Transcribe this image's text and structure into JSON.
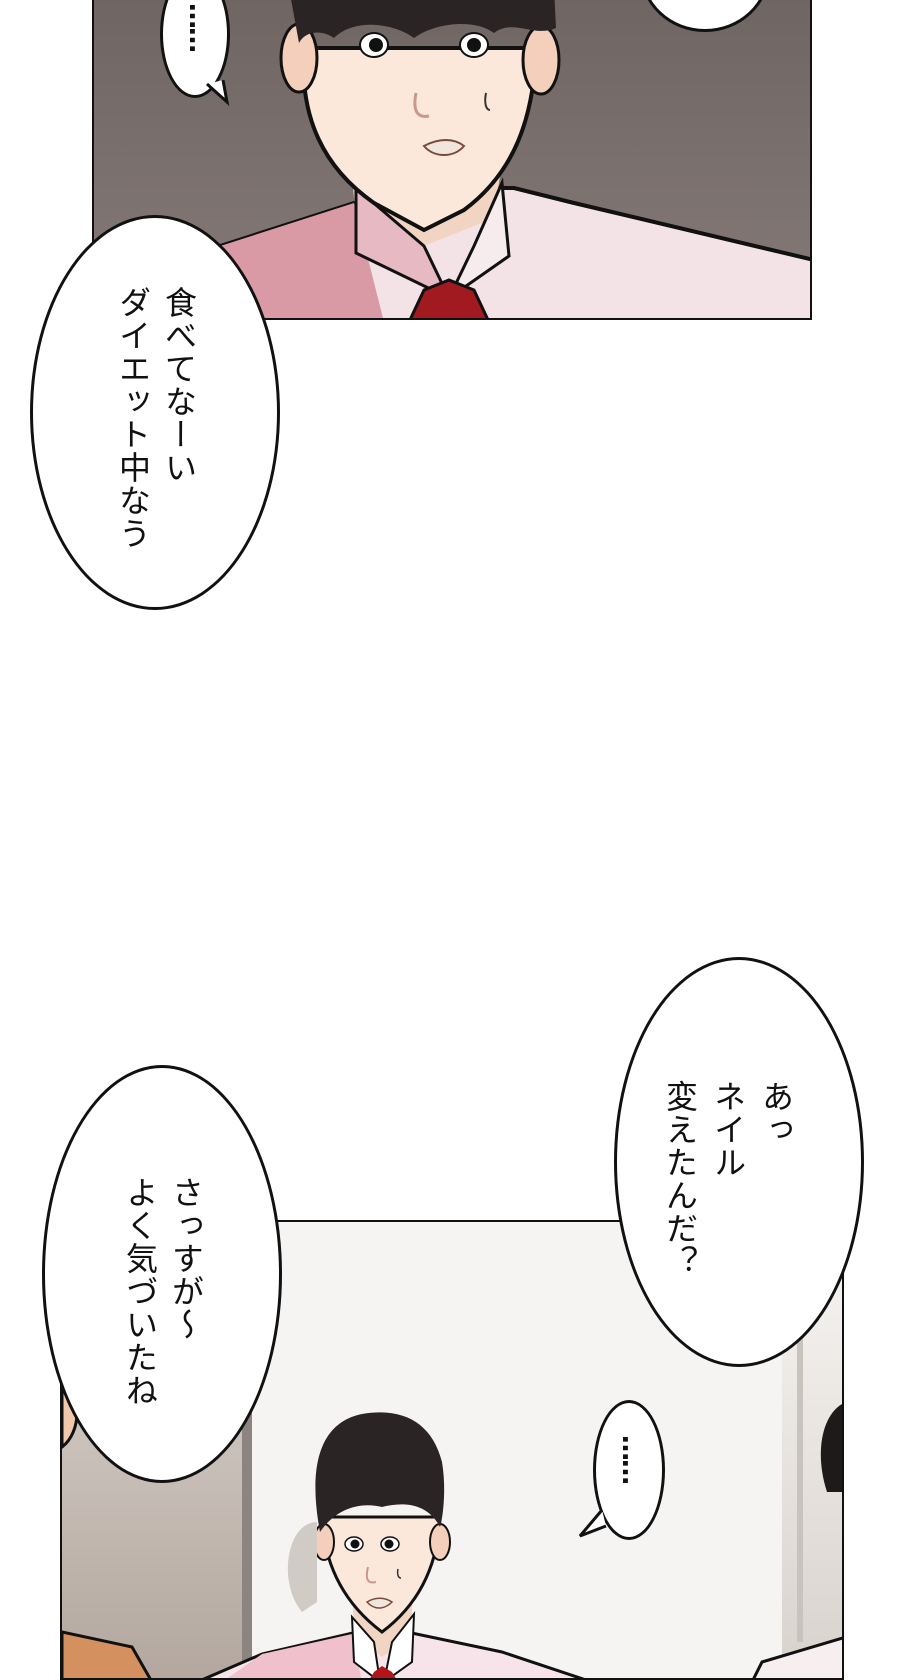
{
  "page": {
    "type": "manga-webtoon-page",
    "background": "#ffffff"
  },
  "panels": [
    {
      "id": "panel-1",
      "description": "Close-up of dark-haired young man in pink shirt and red tie, surprised with sweat drop",
      "background_color": "#7c716f",
      "shirt_color": "#f3dfe3",
      "tie_color": "#a01a1f",
      "hair_color": "#2a2424"
    },
    {
      "id": "panel-2",
      "description": "Wider shot of same young man standing in elevator with others partially visible",
      "background_color": "#f4f2f0",
      "wall_color": "#b7aca4"
    }
  ],
  "bubbles": [
    {
      "id": "bubble-top-ellipsis",
      "text": "……",
      "speaker": "protagonist"
    },
    {
      "id": "bubble-diet",
      "lines": [
        "食べてなーい",
        "ダイエット中なう"
      ]
    },
    {
      "id": "bubble-nail",
      "lines": [
        "あっ",
        "ネイル",
        "変えたんだ？"
      ]
    },
    {
      "id": "bubble-sasuga",
      "lines": [
        "さっすが〜",
        "よく気づいたね"
      ]
    },
    {
      "id": "bubble-bottom-ellipsis",
      "text": "……",
      "speaker": "protagonist"
    }
  ]
}
